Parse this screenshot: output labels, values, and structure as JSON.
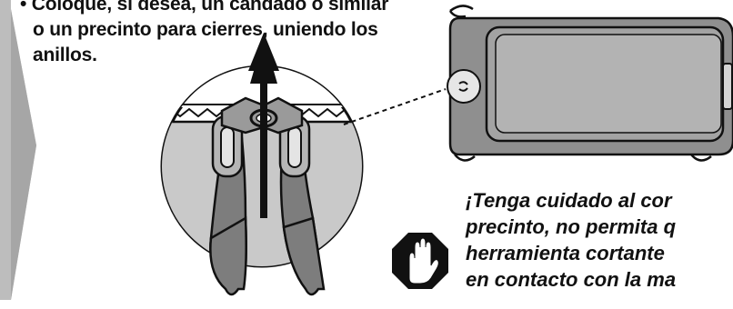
{
  "instruction": {
    "line1": "• Coloque, si desea, un candado o similar",
    "line2": "o un precinto para cierres, uniendo los",
    "line3": "anillos."
  },
  "warning": {
    "line1": "¡Tenga cuidado al cor",
    "line2": "precinto, no permita q",
    "line3": "herramienta cortante",
    "line4": "en contacto con la ma"
  },
  "icons": [
    "side-arrow-tab",
    "zipper-detail-illustration",
    "luggage-illustration",
    "stop-hand-icon"
  ],
  "colors": {
    "tab_gray": "#b8b8b8",
    "case_gray": "#8f8f8f",
    "ink": "#111111"
  }
}
